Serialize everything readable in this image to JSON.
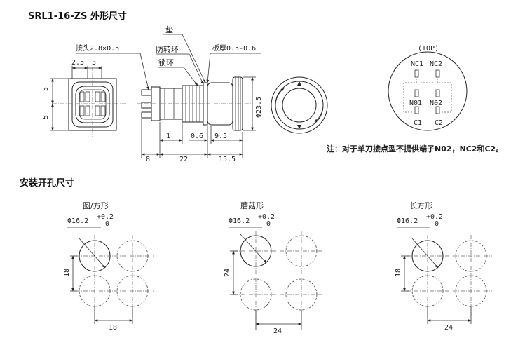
{
  "header": {
    "title": "SRL1-16-ZS 外形尺寸",
    "install_title": "安装开孔尺寸",
    "note": "注：对于单刀接点型不提供端子N02，NC2和C2。"
  },
  "side_view": {
    "labels": {
      "washer": "垫",
      "connector": "接头2.8×0.5",
      "anti_rotation_ring": "防转环",
      "lock_ring": "锁环",
      "plate_thickness": "板厚0.5-0.6"
    },
    "dims": {
      "d_2_5": "2.5",
      "d_3": "3",
      "d_5_top": "5",
      "d_5_bottom": "5",
      "d_1": "1",
      "d_0_6": "0.6",
      "d_9_5": "9.5",
      "d_8": "8",
      "d_22": "22",
      "d_15_5": "15.5",
      "d_phi23_5": "Φ23.5"
    }
  },
  "top_view": {
    "top_label": "(TOP)",
    "terminals": [
      "NC1",
      "NC2",
      "N01",
      "N02",
      "C1",
      "C2"
    ]
  },
  "cutouts": [
    {
      "title": "圆/方形",
      "phi": "Φ16.2",
      "tol_plus": "+0.2",
      "tol_zero": "0",
      "v_dim": "18",
      "h_dim": "18"
    },
    {
      "title": "蘑菇形",
      "phi": "Φ16.2",
      "tol_plus": "+0.2",
      "tol_zero": "0",
      "v_dim": "24",
      "h_dim": "24"
    },
    {
      "title": "长方形",
      "phi": "Φ16.2",
      "tol_plus": "+0.2",
      "tol_zero": "0",
      "v_dim": "18",
      "h_dim": "24"
    }
  ]
}
